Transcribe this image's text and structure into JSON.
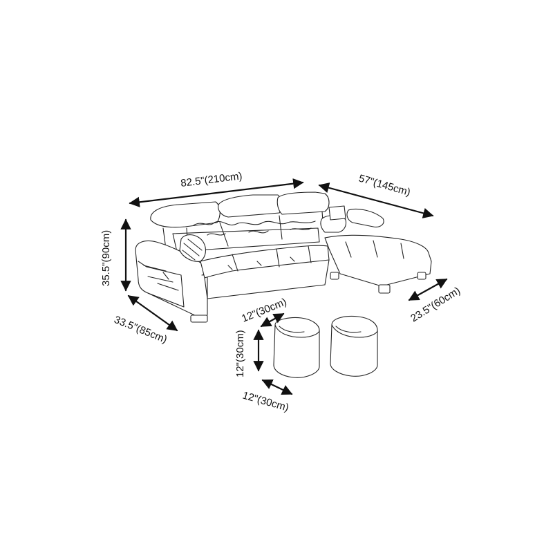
{
  "dimensions": {
    "sofa_length": "82.5\"(210cm)",
    "chaise_length": "57\"(145cm)",
    "sofa_height": "35.5\"(90cm)",
    "sofa_depth": "33.5\"(85cm)",
    "chaise_depth": "23.5\"(60cm)",
    "ottoman_top": "12\"(30cm)",
    "ottoman_height": "12\"(30cm)",
    "ottoman_depth": "12\"(30cm)"
  },
  "colors": {
    "line": "#111111",
    "background": "#ffffff"
  }
}
